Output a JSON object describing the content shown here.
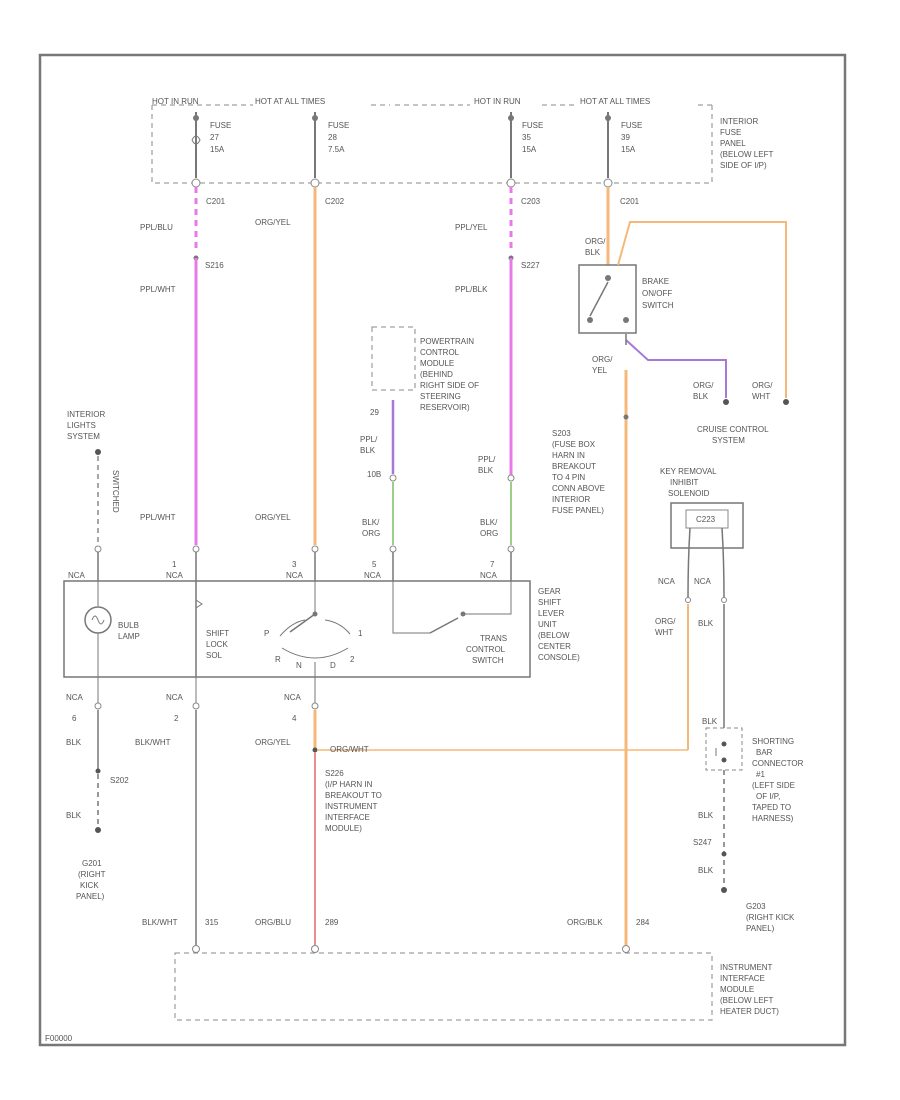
{
  "colors": {
    "frame": "#7a7a7a",
    "wire_pink": "#e879e8",
    "wire_orange": "#f5b878",
    "wire_purple": "#a878d8",
    "wire_green": "#9ecf8a",
    "wire_gray": "#777777",
    "wire_pinkred": "#e89090"
  },
  "fuse_panel": {
    "hot_in_run": "HOT IN RUN",
    "hot_at_all_times": "HOT AT ALL TIMES",
    "hot_in_run_2": "HOT IN RUN",
    "hot_at_all_times_2": "HOT AT ALL TIMES",
    "fuses": [
      {
        "line1": "FUSE",
        "line2": "27",
        "line3": "15A",
        "conn": "C201"
      },
      {
        "line1": "FUSE",
        "line2": "28",
        "line3": "7.5A",
        "conn": "C202"
      },
      {
        "line1": "FUSE",
        "line2": "35",
        "line3": "15A",
        "conn": "C203"
      },
      {
        "line1": "FUSE",
        "line2": "39",
        "line3": "15A",
        "conn": "C201"
      }
    ],
    "label": [
      "INTERIOR",
      "FUSE",
      "PANEL",
      "(BELOW LEFT",
      "SIDE OF I/P)"
    ]
  },
  "wires": {
    "w1_top": "PPL/BLU",
    "w1_splice": "S216",
    "w1_mid": "PPL/WHT",
    "w1_low": "PPL/WHT",
    "w2_top": "ORG/YEL",
    "w2_low": "ORG/YEL",
    "w3_top": "PPL/YEL",
    "w3_splice": "S227",
    "w3_mid": "PPL/BLK",
    "w3_low1": "PPL/",
    "w3_low2": "BLK",
    "w3_low3": "BLK/",
    "w3_low4": "ORG",
    "pcm_wire1": "PPL/",
    "pcm_wire2": "BLK",
    "pcm_num": "29",
    "pcm_conn": "10B",
    "pcm_low1": "BLK/",
    "pcm_low2": "ORG"
  },
  "brake_switch": {
    "wire1": "ORG/",
    "wire2": "BLK",
    "label": [
      "BRAKE",
      "ON/OFF",
      "SWITCH"
    ],
    "bottom1": "ORG/",
    "bottom2": "YEL",
    "splice": [
      "S203",
      "(FUSE BOX",
      "HARN IN",
      "BREAKOUT",
      "TO 4 PIN",
      "CONN ABOVE",
      "INTERIOR",
      "FUSE PANEL)"
    ]
  },
  "pcm": {
    "label": [
      "POWERTRAIN",
      "CONTROL",
      "MODULE",
      "(BEHIND",
      "RIGHT SIDE OF",
      "STEERING",
      "RESERVOIR)"
    ]
  },
  "speed_control": {
    "w1a": "ORG/",
    "w1b": "BLK",
    "w2a": "ORG/",
    "w2b": "WHT",
    "label": [
      "CRUISE CONTROL",
      "SYSTEM"
    ]
  },
  "key_removal": {
    "title1": "KEY REMOVAL",
    "title2": "INHIBIT",
    "title3": "SOLENOID",
    "inner": "C223",
    "nca1": "NCA",
    "nca2": "NCA",
    "w_left1": "ORG/",
    "w_left2": "WHT",
    "w_right": "BLK"
  },
  "interior_lights": {
    "label": [
      "INTERIOR",
      "LIGHTS",
      "SYSTEM"
    ],
    "vert": "SWITCHED"
  },
  "gear_shift": {
    "pins": [
      {
        "num": "",
        "nca": "NCA"
      },
      {
        "num": "1",
        "nca": "NCA"
      },
      {
        "num": "3",
        "nca": "NCA"
      },
      {
        "num": "5",
        "nca": "NCA"
      },
      {
        "num": "7",
        "nca": "NCA"
      }
    ],
    "bulb": [
      "BULB",
      "LAMP"
    ],
    "solenoid": [
      "SHIFT",
      "LOCK",
      "SOL"
    ],
    "switch_label": [
      "TRANS",
      "CONTROL",
      "SWITCH"
    ],
    "positions": [
      "P",
      "R",
      "N",
      "D",
      "2",
      "1"
    ],
    "label": [
      "GEAR",
      "SHIFT",
      "LEVER",
      "UNIT",
      "(BELOW",
      "CENTER",
      "CONSOLE)"
    ],
    "bottom_pins": [
      {
        "nca": "NCA",
        "num": "6"
      },
      {
        "nca": "NCA",
        "num": "2"
      },
      {
        "nca": "NCA",
        "num": "4"
      }
    ]
  },
  "lower": {
    "blk1": "BLK",
    "s_ground": "S202",
    "blk2": "BLK",
    "ground_lbl": [
      "G201",
      "(RIGHT",
      "KICK",
      "PANEL)"
    ],
    "blk_wht": "BLK/WHT",
    "org_yel": "ORG/YEL",
    "org_wht": "ORG/WHT",
    "s_splice": [
      "S226",
      "(I/P HARN IN",
      "BREAKOUT TO",
      "INSTRUMENT",
      "INTERFACE",
      "MODULE)"
    ],
    "blk_wht2": "BLK/WHT",
    "pin_315": "315",
    "org_blu": "ORG/BLU",
    "pin_289": "289",
    "org_blk": "ORG/BLK",
    "pin_284": "284",
    "shorting_bar": [
      "SHORTING",
      "BAR",
      "CONNECTOR",
      "#1",
      "(LEFT SIDE",
      "OF I/P,",
      "TAPED TO",
      "HARNESS)"
    ],
    "blk_sb": "BLK",
    "blk_s2": "BLK",
    "s_247": "S247",
    "blk_s3": "BLK",
    "g203": [
      "G203",
      "(RIGHT KICK",
      "PANEL)"
    ],
    "iim": [
      "INSTRUMENT",
      "INTERFACE",
      "MODULE",
      "(BELOW LEFT",
      "HEATER DUCT)"
    ]
  },
  "footer": "F00000"
}
